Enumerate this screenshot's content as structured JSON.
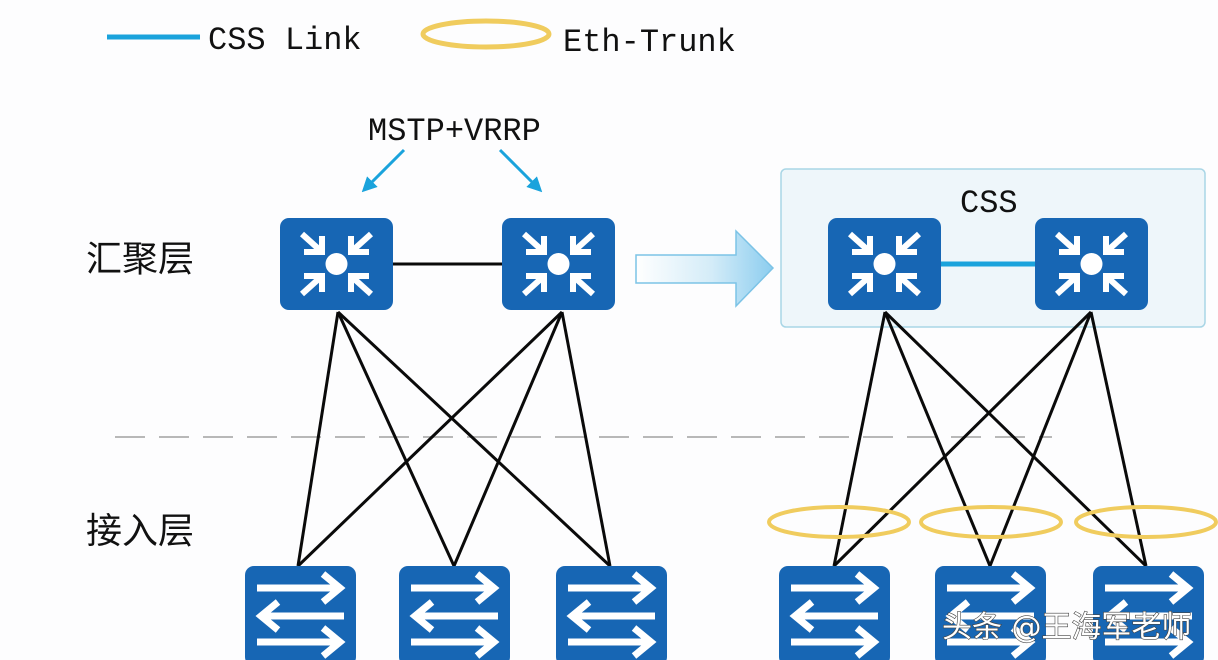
{
  "legend": {
    "css_link_label": "CSS Link",
    "eth_trunk_label": "Eth-Trunk"
  },
  "colors": {
    "device_blue": "#1766b4",
    "css_link": "#1aa3dc",
    "eth_trunk": "#f0cc5e",
    "link_black": "#0a0a0a",
    "css_box_fill": "#eef6fa",
    "css_box_border": "#a9d6e6",
    "dashed_divider": "#b8b8b8",
    "annotation_arrow": "#1aa3dc"
  },
  "layers": {
    "aggregation_label": "汇聚层",
    "access_label": "接入层"
  },
  "left_topology": {
    "protocol_label": "MSTP+VRRP",
    "aggregation_devices": [
      "agg-switch-1",
      "agg-switch-2"
    ],
    "access_devices": [
      "access-switch-1",
      "access-switch-2",
      "access-switch-3"
    ],
    "inter_agg_link": "standard"
  },
  "right_topology": {
    "stack_label": "CSS",
    "aggregation_devices": [
      "agg-switch-1",
      "agg-switch-2"
    ],
    "access_devices": [
      "access-switch-1",
      "access-switch-2",
      "access-switch-3"
    ],
    "inter_agg_link": "css-link",
    "eth_trunks": 3
  },
  "transition_arrow": "right-arrow",
  "watermark": "头条 @王海军老师"
}
